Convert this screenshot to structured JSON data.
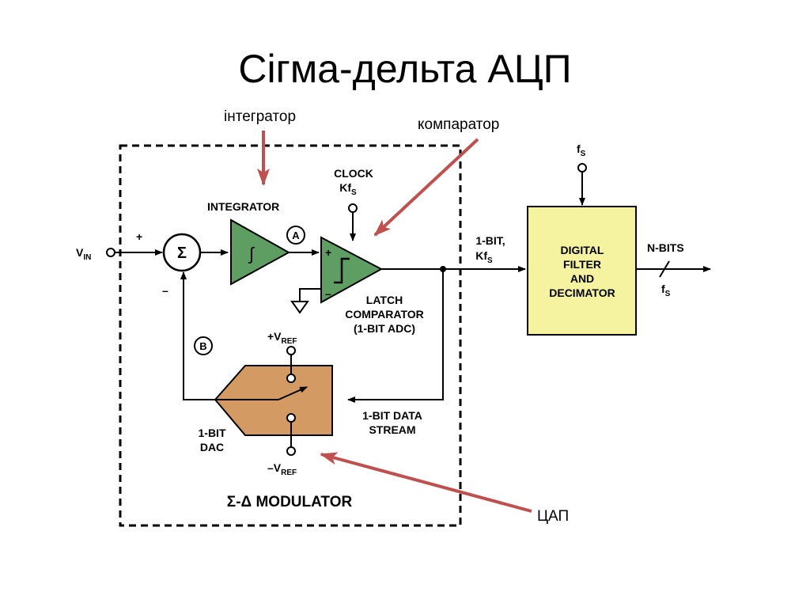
{
  "slide": {
    "title": "Сігма-дельта АЦП"
  },
  "annotations": {
    "integrator": "інтегратор",
    "comparator": "компаратор",
    "dac": "ЦАП"
  },
  "diagram": {
    "vin": "V",
    "vin_sub": "IN",
    "plus": "+",
    "minus": "–",
    "sigma": "Σ",
    "integrator_label": "INTEGRATOR",
    "integral_symbol": "∫",
    "node_a": "A",
    "node_b": "B",
    "clock_line1": "CLOCK",
    "clock_kf": "Kf",
    "clock_sub": "S",
    "comparator_plus": "+",
    "comparator_minus": "–",
    "latch_line1": "LATCH",
    "latch_line2": "COMPARATOR",
    "latch_line3": "(1-BIT ADC)",
    "vref_plus": "+V",
    "vref_minus": "–V",
    "vref_sub": "REF",
    "dac_line1": "1-BIT",
    "dac_line2": "DAC",
    "stream_line1": "1-BIT DATA",
    "stream_line2": "STREAM",
    "modulator_label": "Σ-Δ MODULATOR",
    "onebit_line1": "1-BIT,",
    "onebit_kf": "Kf",
    "onebit_sub": "S",
    "filter_line1": "DIGITAL",
    "filter_line2": "FILTER",
    "filter_line3": "AND",
    "filter_line4": "DECIMATOR",
    "fs_top": "f",
    "fs_top_sub": "S",
    "nbits": "N-BITS",
    "fs_out": "f",
    "fs_out_sub": "S"
  },
  "colors": {
    "integrator_fill": "#5f9e62",
    "comparator_fill": "#5f9e62",
    "dac_fill": "#d39a63",
    "filter_fill": "#f5f3a0",
    "arrow_red": "#c0504d"
  }
}
